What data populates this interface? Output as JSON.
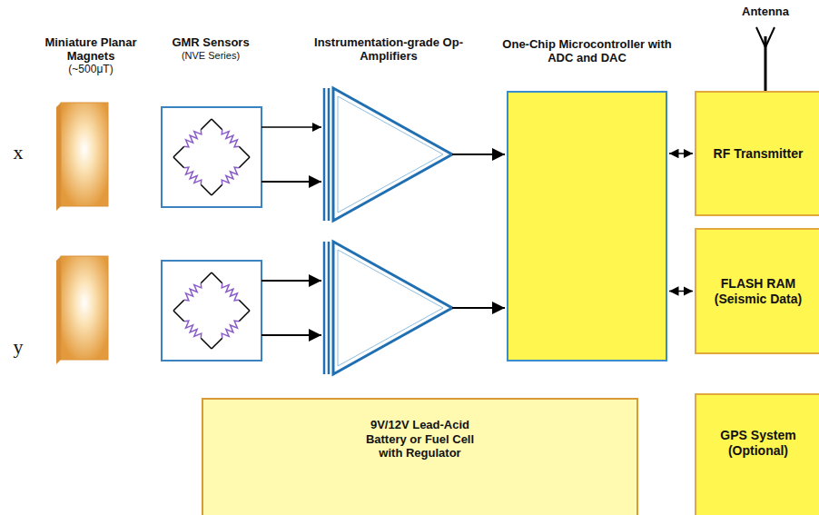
{
  "diagram": {
    "nodes": [
      {
        "text": [
          "One-Chip Microcontroller with ADC and DAC"
        ]
      },
      {
        "text": [
          "RF Transmitter"
        ]
      },
      {
        "text": [
          "FLASH RAM (Seismic Data)"
        ]
      },
      {
        "text": [
          "9V/12V Lead-Acid Battery or Fuel Cell with Regulator"
        ]
      },
      {
        "text": [
          "GPS System (Optional)"
        ]
      }
    ],
    "edges": [
      {
        "from": 0,
        "to": 1,
        "arrow": "both"
      },
      {
        "from": 0,
        "to": 2,
        "arrow": "both"
      }
    ],
    "labels": [
      "Miniature Planar Magnets",
      "(~500μT)",
      "GMR Sensors",
      "(NVE Series)",
      "Instrumentation-grade Op-Amplifiers",
      "Antenna",
      "x",
      "y"
    ]
  }
}
